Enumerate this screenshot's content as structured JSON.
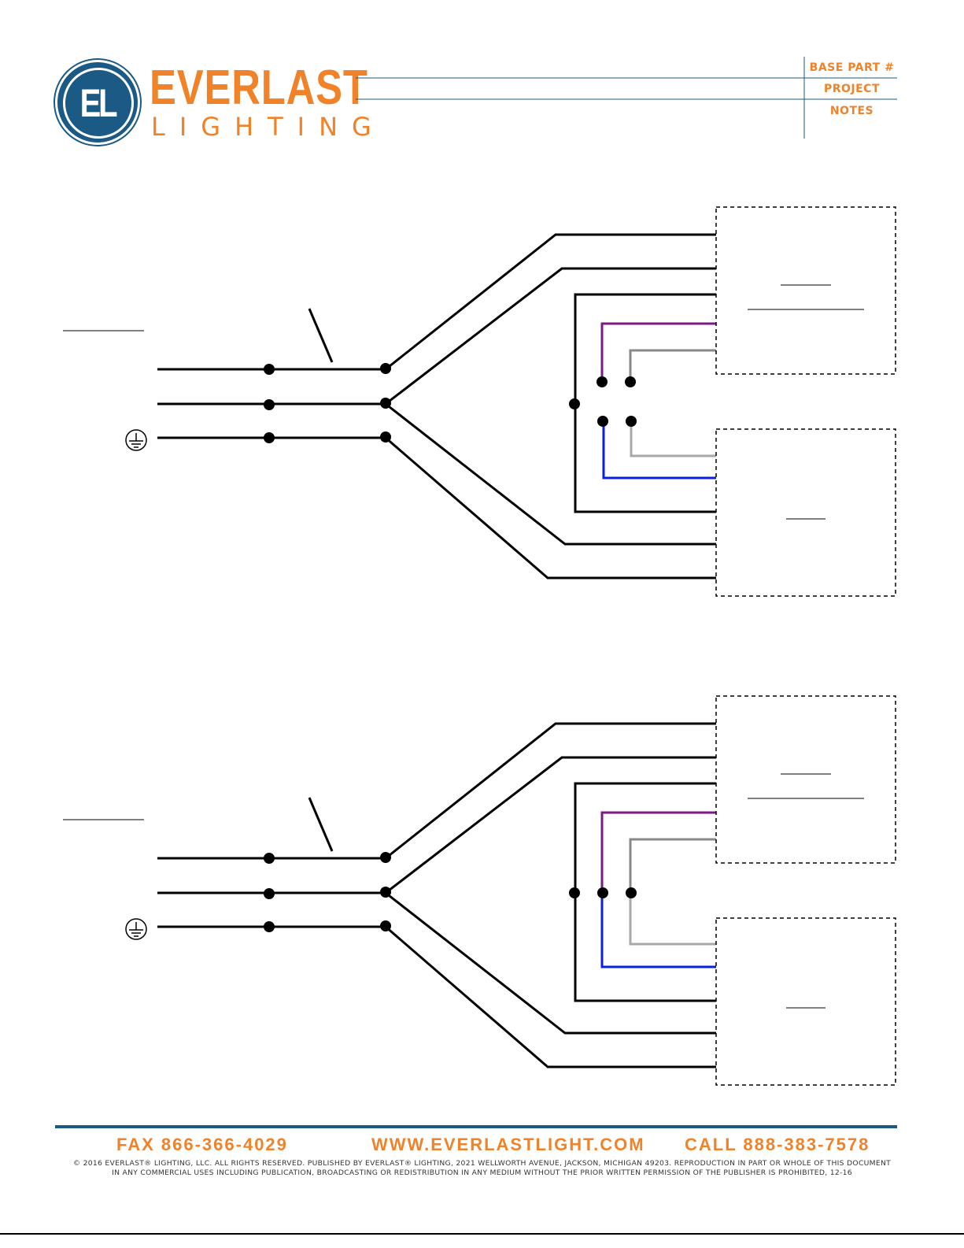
{
  "brand": {
    "logo_mark": "EL",
    "name_line1": "EVERLAST",
    "name_line2": "LIGHTING",
    "accent_color": "#f0832a",
    "primary_color": "#1a5a84"
  },
  "header": {
    "labels": [
      "BASE PART #",
      "PROJECT",
      "NOTES"
    ]
  },
  "diagrams": {
    "count": 2,
    "icon": "ground-symbol-icon",
    "wire_colors": {
      "line": "#000000",
      "dim_positive": "#7b1a86",
      "dim_negative": "#888888",
      "blue": "#0b1fe0",
      "light_gray": "#a8a8a8"
    }
  },
  "footer": {
    "fax": "FAX 866-366-4029",
    "website": "WWW.EVERLASTLIGHT.COM",
    "call": "CALL 888-383-7578",
    "copyright_line1": "© 2016 EVERLAST® LIGHTING, LLC. ALL RIGHTS RESERVED. PUBLISHED BY EVERLAST® LIGHTING, 2021 WELLWORTH AVENUE, JACKSON, MICHIGAN 49203. REPRODUCTION IN PART OR WHOLE OF THIS DOCUMENT",
    "copyright_line2": "IN ANY COMMERCIAL USES INCLUDING PUBLICATION, BROADCASTING OR REDISTRIBUTION IN ANY MEDIUM WITHOUT THE PRIOR WRITTEN PERMISSION OF THE PUBLISHER IS PROHIBITED, 12-16"
  }
}
